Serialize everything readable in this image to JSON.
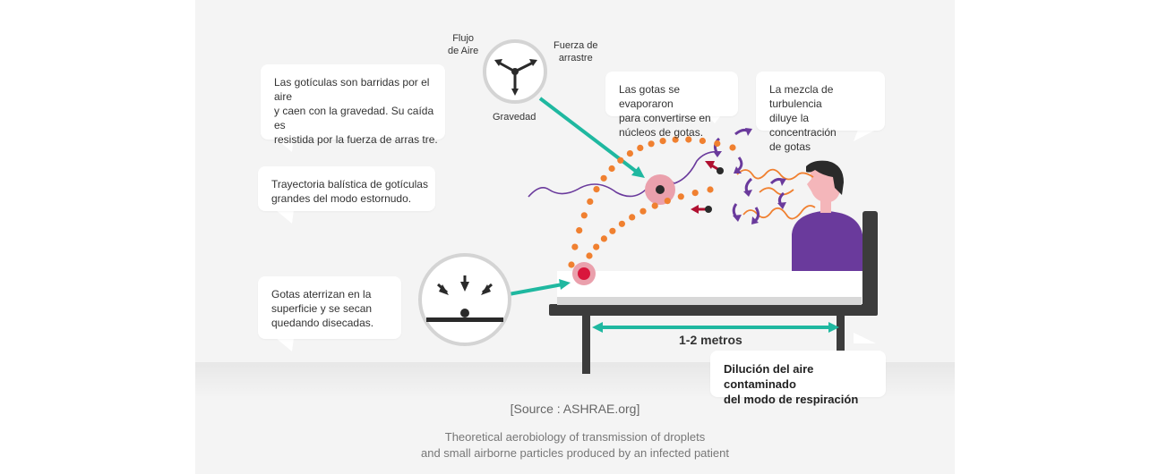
{
  "bubbles": {
    "swept": "Las gotículas son barridas por el aire\ny caen con la gravedad. Su caída es\nresistida por la fuerza de arras tre.",
    "ballistic": "Trayectoria balística de gotículas\ngrandes del modo estornudo.",
    "landing": "Gotas aterrizan en la\nsuperficie y se secan\nquedando disecadas.",
    "evaporate": "Las gotas se evaporaron\npara convertirse en\nnúcleos de gotas.",
    "turbulence": "La mezcla de turbulencia\ndiluye la concentración\nde gotas",
    "dilution": "Dilución del aire contaminado\ndel modo de respiración"
  },
  "force_labels": {
    "airflow": "Flujo\nde Aire",
    "drag": "Fuerza de\narrastre",
    "gravity": "Gravedad"
  },
  "distance_label": "1-2 metros",
  "source": "[Source : ASHRAE.org]",
  "caption": "Theoretical aerobiology of transmission of droplets\nand small airborne particles produced by an infected patient",
  "colors": {
    "teal": "#1fb8a0",
    "orange": "#f08030",
    "purple": "#6a3a9c",
    "red": "#d9163c",
    "pink": "#eaa0ac",
    "bed": "#3c3c3c"
  },
  "icons": [
    "force-vector-icon",
    "landing-droplet-icon",
    "patient-figure",
    "hospital-bed"
  ]
}
